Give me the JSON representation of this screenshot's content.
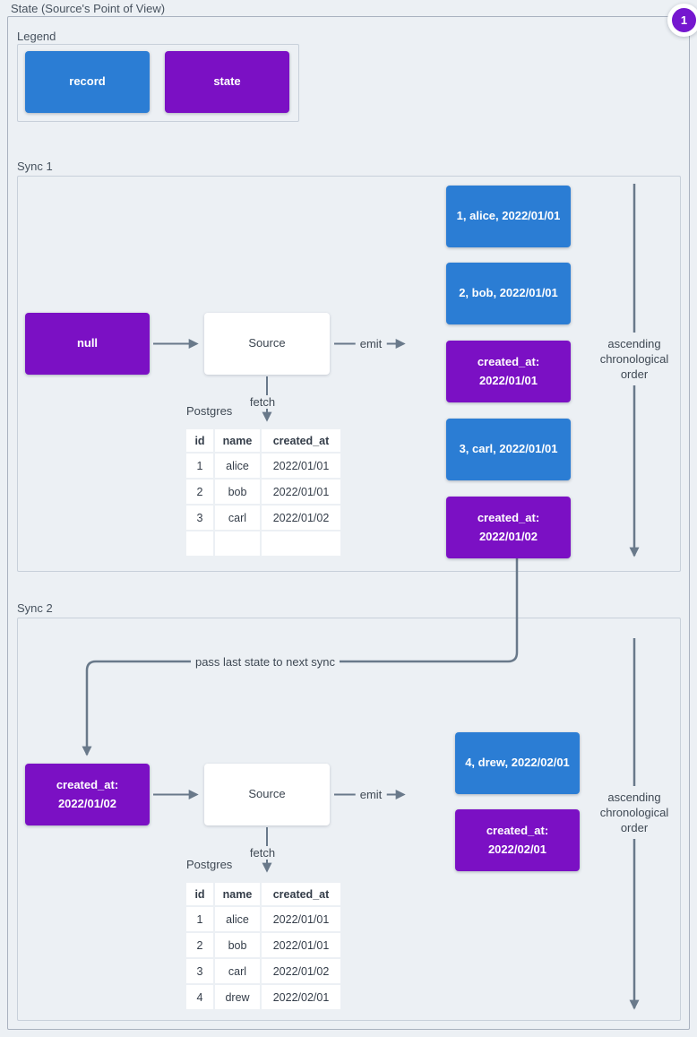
{
  "colors": {
    "record_blue": "#2b7dd4",
    "state_purple": "#7b10c4",
    "badge_purple": "#7517cf",
    "background": "#ecf0f4",
    "line_gray": "#69798a"
  },
  "page": {
    "title": "State (Source's Point of View)",
    "badge": "1"
  },
  "legend": {
    "label": "Legend",
    "record_label": "record",
    "state_label": "state"
  },
  "sync1": {
    "label": "Sync 1",
    "input_state": "null",
    "source": "Source",
    "emit": "emit",
    "fetch": "fetch",
    "db": "Postgres",
    "table": {
      "headers": [
        "id",
        "name",
        "created_at"
      ],
      "rows": [
        [
          "1",
          "alice",
          "2022/01/01"
        ],
        [
          "2",
          "bob",
          "2022/01/01"
        ],
        [
          "3",
          "carl",
          "2022/01/02"
        ],
        [
          "",
          "",
          ""
        ]
      ]
    },
    "emitted": [
      {
        "type": "record",
        "text": "1, alice, 2022/01/01"
      },
      {
        "type": "record",
        "text": "2, bob, 2022/01/01"
      },
      {
        "type": "state",
        "text": "created_at:\n2022/01/01"
      },
      {
        "type": "record",
        "text": "3, carl, 2022/01/01"
      },
      {
        "type": "state",
        "text": "created_at:\n2022/01/02"
      }
    ],
    "order_note": "ascending\nchronological\norder"
  },
  "connector": {
    "label": "pass last state to next sync"
  },
  "sync2": {
    "label": "Sync 2",
    "input_state": "created_at:\n2022/01/02",
    "source": "Source",
    "emit": "emit",
    "fetch": "fetch",
    "db": "Postgres",
    "table": {
      "headers": [
        "id",
        "name",
        "created_at"
      ],
      "rows": [
        [
          "1",
          "alice",
          "2022/01/01"
        ],
        [
          "2",
          "bob",
          "2022/01/01"
        ],
        [
          "3",
          "carl",
          "2022/01/02"
        ],
        [
          "4",
          "drew",
          "2022/02/01"
        ]
      ]
    },
    "emitted": [
      {
        "type": "record",
        "text": "4, drew, 2022/02/01"
      },
      {
        "type": "state",
        "text": "created_at:\n2022/02/01"
      }
    ],
    "order_note": "ascending\nchronological\norder"
  }
}
